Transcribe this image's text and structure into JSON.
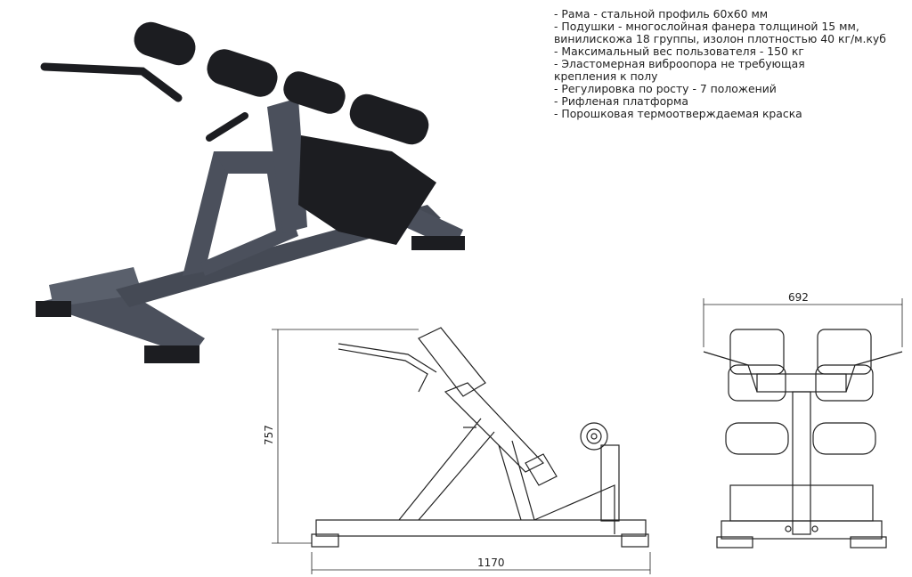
{
  "specs": [
    "- Рама - стальной профиль 60х60 мм",
    "- Подушки - многослойная фанера толщиной 15 мм,",
    "винилискожа 18 группы, изолон плотностью 40 кг/м.куб",
    "- Максимальный вес пользователя - 150 кг",
    "- Эластомерная виброопора не требующая",
    "крепления к полу",
    "- Регулировка по росту - 7 положений",
    "- Рифленая платформа",
    "- Порошковая термоотверждаемая краска"
  ],
  "dimensions": {
    "width": "692",
    "height": "757",
    "length": "1170"
  },
  "colors": {
    "frame": "#4b505c",
    "pads": "#1c1d21",
    "line": "#222222"
  }
}
